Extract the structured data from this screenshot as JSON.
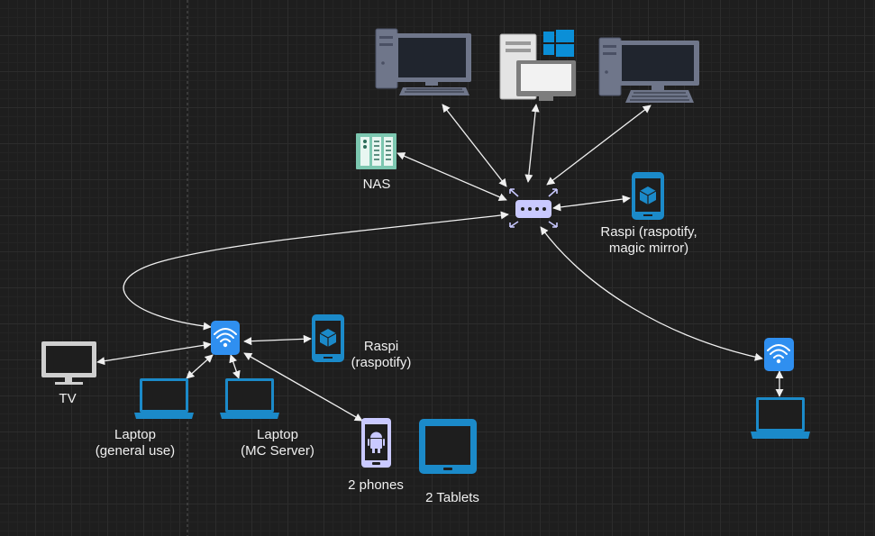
{
  "labels": {
    "nas": "NAS",
    "raspi_router": [
      "Raspi (raspotify,",
      "magic mirror)"
    ],
    "raspi_wifi": [
      "Raspi",
      "(raspotify)"
    ],
    "tv": "TV",
    "laptop_general": [
      "Laptop",
      "(general use)"
    ],
    "laptop_mc": [
      "Laptop",
      "(MC Server)"
    ],
    "phones": "2 phones",
    "tablets": "2 Tablets"
  },
  "icons": {
    "desktop_1": "desktop-computer-icon",
    "desktop_windows": "windows-pc-icon",
    "desktop_2": "desktop-computer-icon",
    "nas": "nas-storage-icon",
    "router": "router-icon",
    "raspi_router": "raspberry-pi-device-icon",
    "wifi_ap_main": "wifi-access-point-icon",
    "raspi_wifi": "raspberry-pi-device-icon",
    "tv": "tv-icon",
    "laptop_general": "laptop-icon",
    "laptop_mc": "laptop-icon",
    "phones": "android-phone-icon",
    "tablets": "tablet-icon",
    "wifi_ap_remote": "wifi-access-point-icon",
    "laptop_remote": "laptop-icon"
  },
  "colors": {
    "background": "#1e1e1e",
    "connector": "#f0f0f0",
    "device_blue": "#1b8ac9",
    "wifi_blue": "#2f8ff0",
    "router_lavender": "#c9c9ff",
    "nas_teal": "#7cc7b0",
    "desktop_gray": "#6f768a",
    "windows_blue": "#0b8fd7"
  }
}
